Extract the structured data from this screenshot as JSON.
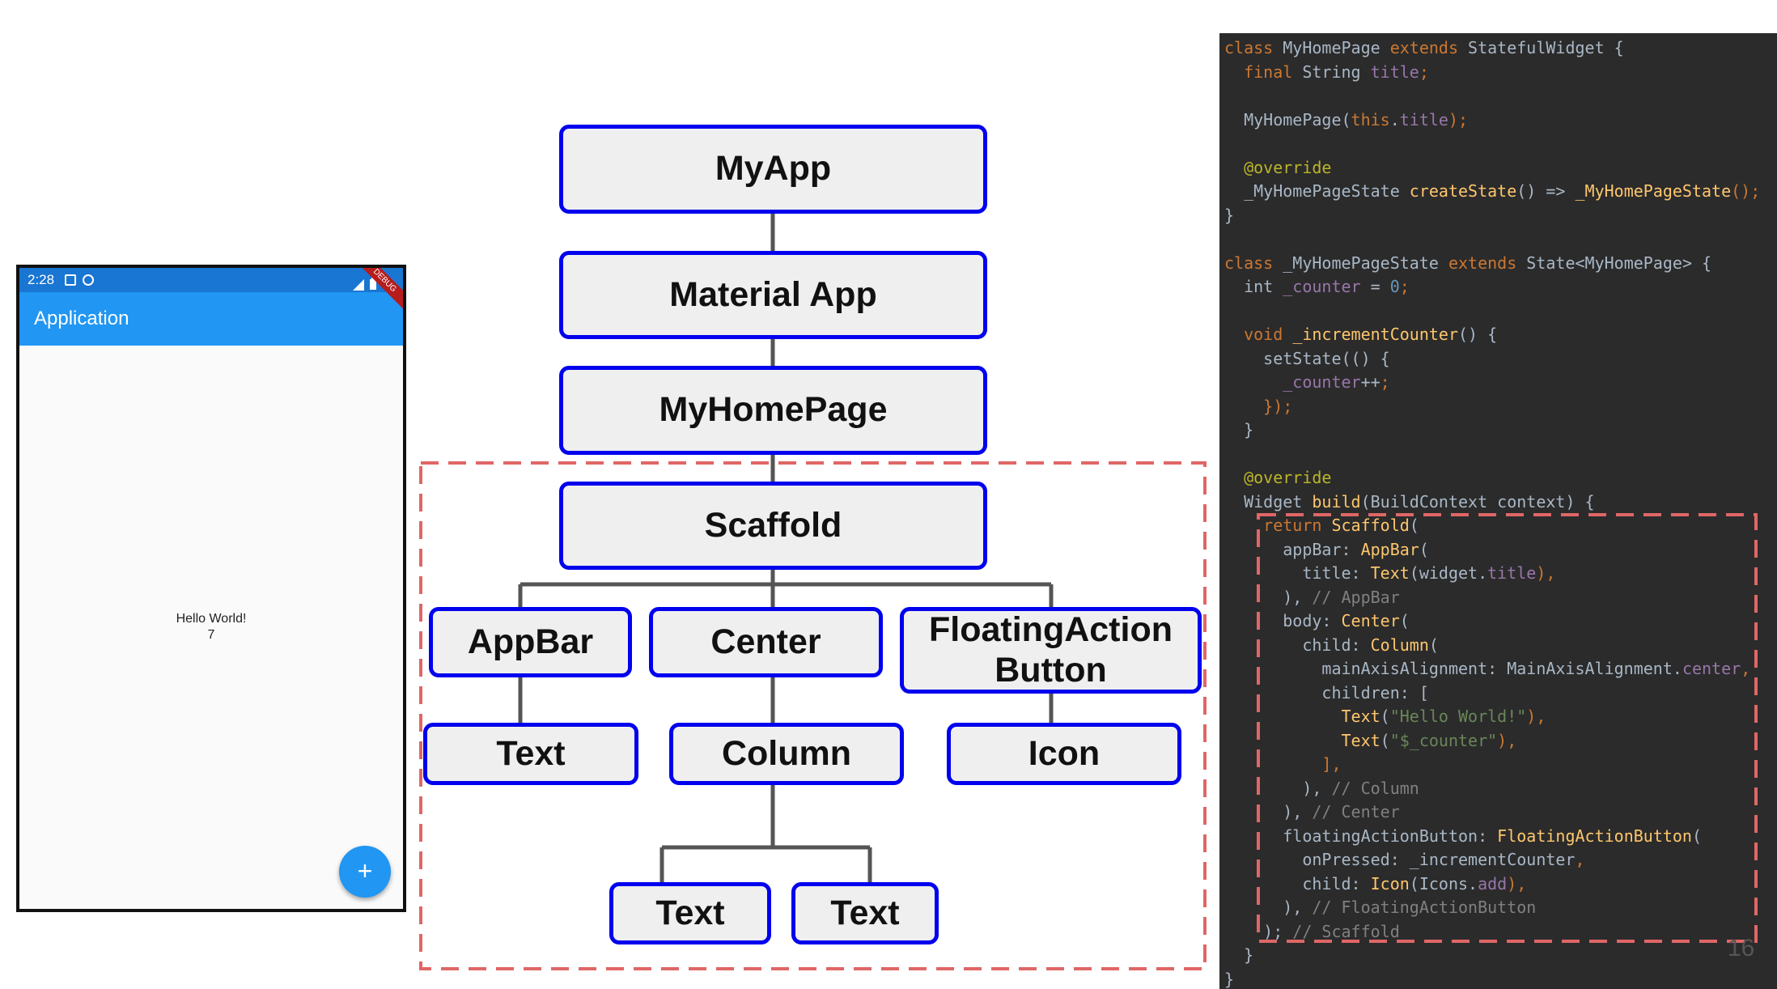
{
  "phone": {
    "time": "2:28",
    "debug_label": "DEBUG",
    "appbar_title": "Application",
    "body_text": "Hello World!",
    "counter": "7",
    "fab_icon": "+"
  },
  "tree": {
    "myapp": "MyApp",
    "material_app": "Material App",
    "myhomepage": "MyHomePage",
    "scaffold": "Scaffold",
    "appbar": "AppBar",
    "center": "Center",
    "fab_line1": "FloatingAction",
    "fab_line2": "Button",
    "appbar_text": "Text",
    "column": "Column",
    "icon": "Icon",
    "column_text1": "Text",
    "column_text2": "Text"
  },
  "code": {
    "lines": [
      [
        {
          "t": "class ",
          "c": "kw"
        },
        {
          "t": "MyHomePage "
        },
        {
          "t": "extends ",
          "c": "kw"
        },
        {
          "t": "StatefulWidget {"
        }
      ],
      [
        {
          "t": "  "
        },
        {
          "t": "final ",
          "c": "kw"
        },
        {
          "t": "String "
        },
        {
          "t": "title",
          "c": "prop"
        },
        {
          "t": ";",
          "c": "kw"
        }
      ],
      [
        {
          "t": ""
        }
      ],
      [
        {
          "t": "  MyHomePage("
        },
        {
          "t": "this",
          "c": "kw"
        },
        {
          "t": "."
        },
        {
          "t": "title",
          "c": "prop"
        },
        {
          "t": ");",
          "c": "kw"
        }
      ],
      [
        {
          "t": ""
        }
      ],
      [
        {
          "t": "  "
        },
        {
          "t": "@override",
          "c": "ann"
        }
      ],
      [
        {
          "t": "  _MyHomePageState "
        },
        {
          "t": "createState",
          "c": "fn"
        },
        {
          "t": "() => "
        },
        {
          "t": "_MyHomePageState",
          "c": "fn"
        },
        {
          "t": "();",
          "c": "kw"
        }
      ],
      [
        {
          "t": "}"
        }
      ],
      [
        {
          "t": ""
        }
      ],
      [
        {
          "t": "class ",
          "c": "kw"
        },
        {
          "t": "_MyHomePageState "
        },
        {
          "t": "extends ",
          "c": "kw"
        },
        {
          "t": "State<MyHomePage> {"
        }
      ],
      [
        {
          "t": "  int "
        },
        {
          "t": "_counter",
          "c": "prop"
        },
        {
          "t": " = "
        },
        {
          "t": "0",
          "c": "num"
        },
        {
          "t": ";",
          "c": "kw"
        }
      ],
      [
        {
          "t": ""
        }
      ],
      [
        {
          "t": "  "
        },
        {
          "t": "void ",
          "c": "kw"
        },
        {
          "t": "_incrementCounter",
          "c": "fn"
        },
        {
          "t": "() {"
        }
      ],
      [
        {
          "t": "    setState(() {"
        }
      ],
      [
        {
          "t": "      "
        },
        {
          "t": "_counter",
          "c": "prop"
        },
        {
          "t": "++"
        },
        {
          "t": ";",
          "c": "kw"
        }
      ],
      [
        {
          "t": "    });",
          "c": "kw"
        }
      ],
      [
        {
          "t": "  }"
        }
      ],
      [
        {
          "t": ""
        }
      ],
      [
        {
          "t": "  "
        },
        {
          "t": "@override",
          "c": "ann"
        }
      ],
      [
        {
          "t": "  Widget "
        },
        {
          "t": "build",
          "c": "fn"
        },
        {
          "t": "(BuildContext context) {"
        }
      ],
      [
        {
          "t": "    "
        },
        {
          "t": "return ",
          "c": "kw"
        },
        {
          "t": "Scaffold",
          "c": "fn"
        },
        {
          "t": "("
        }
      ],
      [
        {
          "t": "      appBar: "
        },
        {
          "t": "AppBar",
          "c": "fn"
        },
        {
          "t": "("
        }
      ],
      [
        {
          "t": "        title: "
        },
        {
          "t": "Text",
          "c": "fn"
        },
        {
          "t": "(widget."
        },
        {
          "t": "title",
          "c": "prop"
        },
        {
          "t": "),",
          "c": "kw"
        }
      ],
      [
        {
          "t": "      ), "
        },
        {
          "t": "// AppBar",
          "c": "cm"
        }
      ],
      [
        {
          "t": "      body: "
        },
        {
          "t": "Center",
          "c": "fn"
        },
        {
          "t": "("
        }
      ],
      [
        {
          "t": "        child: "
        },
        {
          "t": "Column",
          "c": "fn"
        },
        {
          "t": "("
        }
      ],
      [
        {
          "t": "          mainAxisAlignment: MainAxisAlignment."
        },
        {
          "t": "center",
          "c": "prop"
        },
        {
          "t": ",",
          "c": "kw"
        }
      ],
      [
        {
          "t": "          children: ["
        }
      ],
      [
        {
          "t": "            "
        },
        {
          "t": "Text",
          "c": "fn"
        },
        {
          "t": "("
        },
        {
          "t": "\"Hello World!\"",
          "c": "str"
        },
        {
          "t": "),",
          "c": "kw"
        }
      ],
      [
        {
          "t": "            "
        },
        {
          "t": "Text",
          "c": "fn"
        },
        {
          "t": "("
        },
        {
          "t": "\"$_counter\"",
          "c": "str"
        },
        {
          "t": "),",
          "c": "kw"
        }
      ],
      [
        {
          "t": "          ],",
          "c": "kw"
        }
      ],
      [
        {
          "t": "        ), "
        },
        {
          "t": "// Column",
          "c": "cm"
        }
      ],
      [
        {
          "t": "      ), "
        },
        {
          "t": "// Center",
          "c": "cm"
        }
      ],
      [
        {
          "t": "      floatingActionButton: "
        },
        {
          "t": "FloatingActionButton",
          "c": "fn"
        },
        {
          "t": "("
        }
      ],
      [
        {
          "t": "        onPressed: _incrementCounter"
        },
        {
          "t": ",",
          "c": "kw"
        }
      ],
      [
        {
          "t": "        child: "
        },
        {
          "t": "Icon",
          "c": "fn"
        },
        {
          "t": "(Icons."
        },
        {
          "t": "add",
          "c": "prop"
        },
        {
          "t": "),",
          "c": "kw"
        }
      ],
      [
        {
          "t": "      ), "
        },
        {
          "t": "// FloatingActionButton",
          "c": "cm"
        }
      ],
      [
        {
          "t": "    ); "
        },
        {
          "t": "// Scaffold",
          "c": "cm"
        }
      ],
      [
        {
          "t": "  }"
        }
      ],
      [
        {
          "t": "}"
        }
      ]
    ]
  },
  "page_number": "16",
  "colors": {
    "node_border": "#0000ee",
    "node_fill": "#efefef",
    "connector": "#555555",
    "dashed_box": "#e06666",
    "appbar": "#2196f3",
    "code_bg": "#2b2b2b"
  }
}
